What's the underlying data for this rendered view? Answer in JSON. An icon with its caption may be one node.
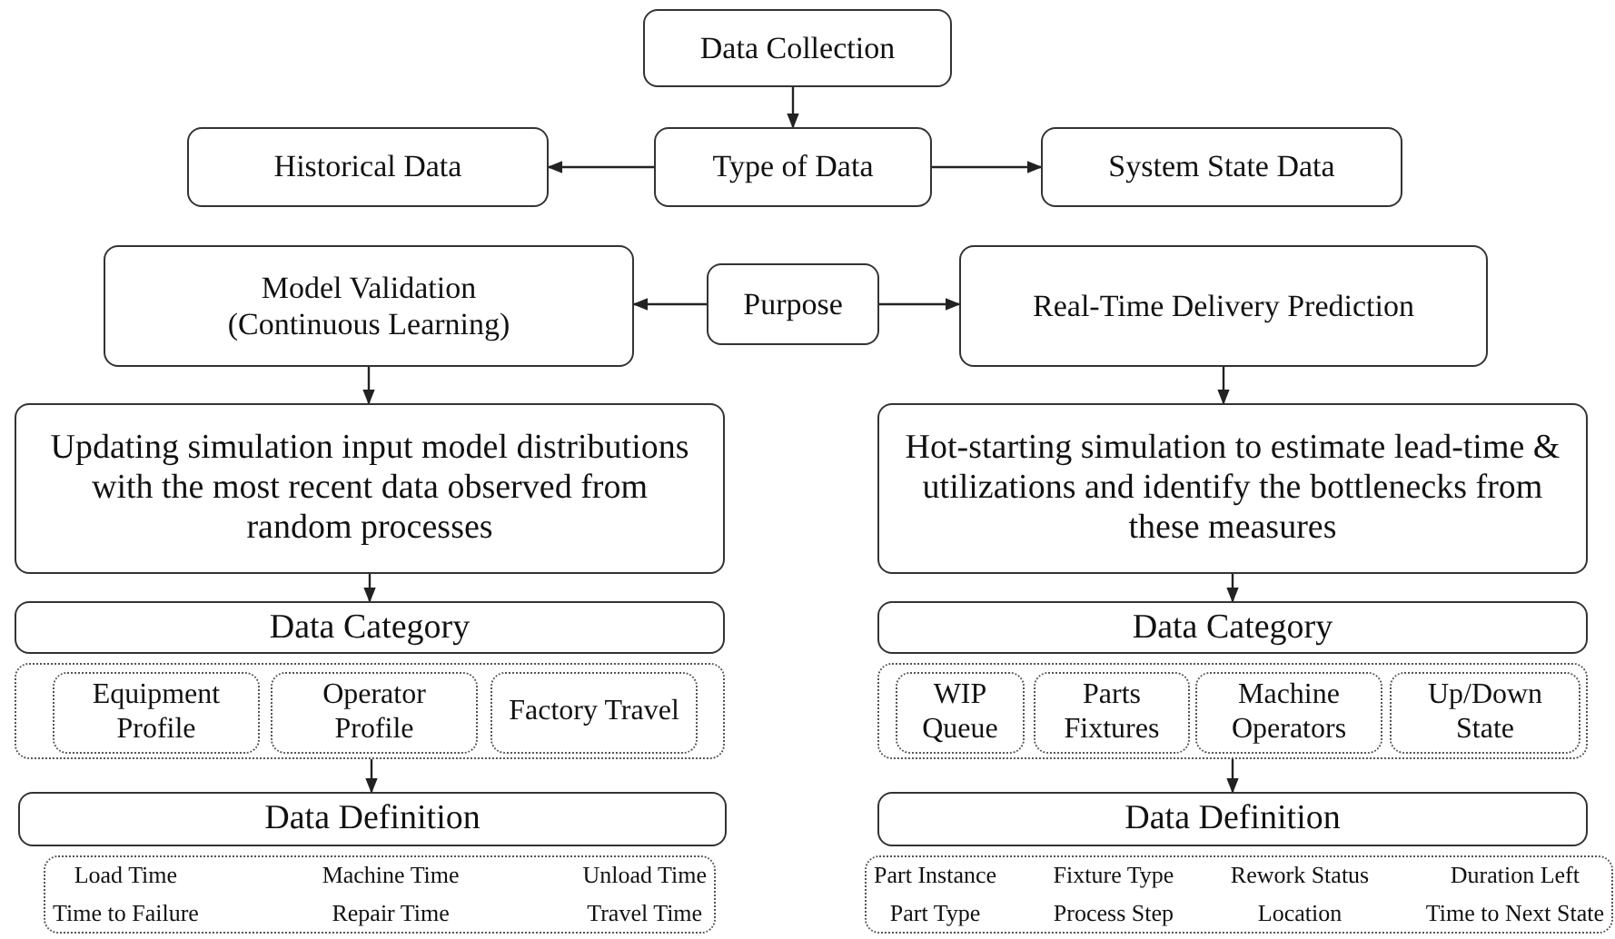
{
  "diagram": {
    "nodes": [
      {
        "text": [
          "Data Collection"
        ]
      },
      {
        "text": [
          "Historical Data"
        ]
      },
      {
        "text": [
          "Type of Data"
        ]
      },
      {
        "text": [
          "System State Data"
        ]
      },
      {
        "text": [
          "Model Validation (Continuous Learning)"
        ]
      },
      {
        "text": [
          "Purpose"
        ]
      },
      {
        "text": [
          "Real-Time Delivery Prediction"
        ]
      },
      {
        "text": [
          "Updating simulation input model distributions with the most recent data observed from random processes"
        ]
      },
      {
        "text": [
          "Hot-starting simulation to estimate lead-time & utilizations and identify the bottlenecks from these measures"
        ]
      },
      {
        "text": [
          "Data Category"
        ]
      },
      {
        "text": [],
        "shape": "box"
      },
      {
        "text": [
          "Equipment Profile"
        ],
        "in": 10
      },
      {
        "text": [
          "Operator Profile"
        ],
        "in": 10
      },
      {
        "text": [
          "Factory Travel"
        ],
        "in": 10
      },
      {
        "text": [
          "Data Definition"
        ]
      },
      {
        "text": [
          "Load Time",
          "Machine Time",
          "Unload Time",
          "Time to Failure",
          "Repair Time",
          "Travel Time"
        ]
      },
      {
        "text": [
          "Data Category"
        ]
      },
      {
        "text": [],
        "shape": "box"
      },
      {
        "text": [
          "WIP Queue"
        ],
        "in": 17
      },
      {
        "text": [
          "Parts Fixtures"
        ],
        "in": 17
      },
      {
        "text": [
          "Machine Operators"
        ],
        "in": 17
      },
      {
        "text": [
          "Up/Down State"
        ],
        "in": 17
      },
      {
        "text": [
          "Data Definition"
        ]
      },
      {
        "text": [
          "Part Instance",
          "Fixture Type",
          "Rework Status",
          "Duration Left",
          "Part Type",
          "Process Step",
          "Location",
          "Time to Next State"
        ]
      }
    ],
    "edges": [
      {
        "from": 0,
        "to": 2,
        "arrow": "to"
      },
      {
        "from": 2,
        "to": 1,
        "arrow": "to"
      },
      {
        "from": 2,
        "to": 3,
        "arrow": "to"
      },
      {
        "from": 5,
        "to": 4,
        "arrow": "to"
      },
      {
        "from": 5,
        "to": 6,
        "arrow": "to"
      },
      {
        "from": 4,
        "to": 7,
        "arrow": "to"
      },
      {
        "from": 6,
        "to": 8,
        "arrow": "to"
      },
      {
        "from": 7,
        "to": 9,
        "arrow": "to"
      },
      {
        "from": 10,
        "to": 14,
        "arrow": "to"
      },
      {
        "from": 8,
        "to": 16,
        "arrow": "to"
      },
      {
        "from": 17,
        "to": 22,
        "arrow": "to"
      }
    ]
  }
}
